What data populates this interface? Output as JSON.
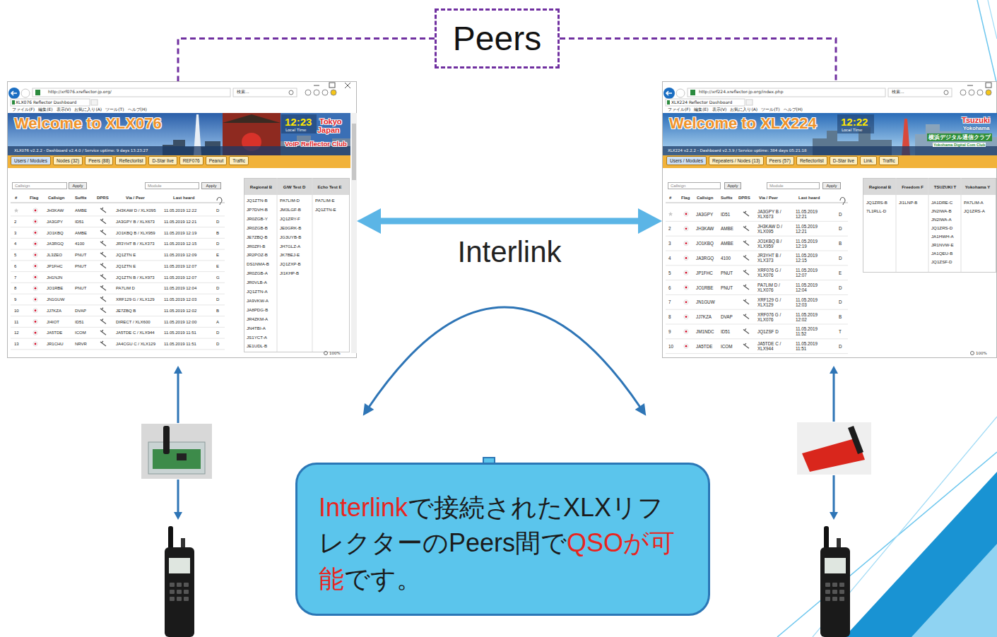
{
  "diagram": {
    "nodes": [
      {
        "text": [
          "Peers"
        ]
      },
      {
        "text": [
          "http://xrf076.xreflector-jp.org/",
          "検索...",
          "XLX076 Reflector Dashboard",
          "ファイル(F)",
          "編集(E)",
          "表示(V)",
          "お気に入り(A)",
          "ツール(T)",
          "ヘルプ(H)",
          "Welcome to XLX076",
          "12:23",
          "Local Time",
          "Tokyo",
          "Japan",
          "VoIP Reflector Club",
          "XLX076 v2.2.2 - Dashboard v2.4.0 / Service uptime: 9 days 13:23:27",
          "Users / Modules",
          "Nodes (32)",
          "Peers (88)",
          "Reflectorlist",
          "D-Star live",
          "REF076",
          "Peanut",
          "Traffic",
          "Callsign",
          "Apply",
          "Module",
          "Apply",
          "#",
          "Flag",
          "Callsign",
          "Suffix",
          "DPRS",
          "Via / Peer",
          "Last heard",
          "JH3KAW",
          "AMBE",
          "JH3KAW D / XLX095",
          "11.05.2019 12:22",
          "D",
          "2",
          "JA3GPY",
          "ID51",
          "JA3GPY B / XLX673",
          "11.05.2019 12:21",
          "D",
          "3",
          "JO1KBQ",
          "AMBE",
          "JO1KBQ B / XLX959",
          "11.05.2019 12:19",
          "B",
          "4",
          "JA3RGQ",
          "4100",
          "JR3YHT B / XLX373",
          "11.05.2019 12:15",
          "D",
          "5",
          "JL3ZEO",
          "PNUT",
          "JQ1ZTN E",
          "11.05.2019 12:09",
          "E",
          "6",
          "JP1FHC",
          "PNUT",
          "JQ1ZTN E",
          "11.05.2019 12:07",
          "E",
          "7",
          "JH1NJN",
          "JQ1ZTN B / XLX973",
          "11.05.2019 12:07",
          "G",
          "8",
          "JO1RBE",
          "PNUT",
          "PA7LIM D",
          "11.05.2019 12:04",
          "D",
          "9",
          "JN1GUW",
          "XRF129 G / XLX129",
          "11.05.2019 12:03",
          "D",
          "10",
          "JJ7KZA",
          "DVAP",
          "JE7ZBQ B",
          "11.05.2019 12:02",
          "B",
          "11",
          "JI4IOT",
          "ID51",
          "DIRECT / XLX600",
          "11.05.2019 12:00",
          "A",
          "12",
          "JA5TDE",
          "ICOM",
          "JA5TDE C / XLX944",
          "11.05.2019 11:51",
          "D",
          "13",
          "JR1CHU",
          "NRVR",
          "JA4CGU C / XLX129",
          "11.05.2019 11:51",
          "D",
          "Regional B",
          "G/W Test D",
          "Echo Test E",
          "JQ1ZTN-B",
          "JP7DVH-B",
          "JR0ZGB-Y",
          "JR0ZGB-B",
          "JE7ZBQ-B",
          "JR0ZFI-B",
          "JR2POZ-B",
          "DS1NMA-B",
          "JR0ZGB-A",
          "JR0VLB-A",
          "JQ1ZTN-A",
          "JA9VKW-A",
          "JA8PDG-B",
          "JR4ZKM-A",
          "JN4TBI-A",
          "JS1YCT-A",
          "JE1UDL-B",
          "PA7LIM-D",
          "JM3LGF-B",
          "JQ1ZRY-F",
          "JE0GRK-B",
          "JG3UYB-B",
          "JH7GLZ-A",
          "JK7BEJ-E",
          "JQ1ZXP-B",
          "JI1KHP-B",
          "PA7LIM-E",
          "JQ1ZTN-E",
          "100%"
        ]
      },
      {
        "text": [
          "http://xrf224.xreflector-jp.org/index.php",
          "検索...",
          "XLX224 Reflector Dashboard",
          "ファイル(F)",
          "編集(E)",
          "表示(V)",
          "お気に入り(A)",
          "ツール(T)",
          "ヘルプ(H)",
          "Welcome to XLX224",
          "12:22",
          "Local Time",
          "Tsuzuki",
          "Yokohama",
          "横浜デジタル通信クラブ",
          "Yokohama Digital Com Club",
          "XLX224 v2.2.2 - Dashboard v2.3.9 / Service uptime: 384 days 05:21:18",
          "Users / Modules",
          "Repeaters / Nodes (13)",
          "Peers (57)",
          "Reflectorlist",
          "D-Star live",
          "Link.",
          "Traffic",
          "Callsign",
          "Apply",
          "Module",
          "Apply",
          "#",
          "Flag",
          "Callsign",
          "Suffix",
          "DPRS",
          "Via / Peer",
          "Last heard",
          "JA3GPY",
          "ID51",
          "JA3GPY B / XLX673",
          "11.05.2019 12:21",
          "D",
          "2",
          "JH3KAW",
          "AMBE",
          "JH3KAW D / XLX095",
          "11.05.2019 12:21",
          "D",
          "3",
          "JO1KBQ",
          "AMBE",
          "JO1KBQ B / XLX959",
          "11.05.2019 12:19",
          "B",
          "4",
          "JA3RGQ",
          "4100",
          "JR3YHT B / XLX373",
          "11.05.2019 12:15",
          "D",
          "5",
          "JP1FHC",
          "PNUT",
          "XRF076 G / XLX076",
          "11.05.2019 12:07",
          "E",
          "6",
          "JO1RBE",
          "PNUT",
          "PA7LIM D / XLX076",
          "11.05.2019 12:04",
          "D",
          "7",
          "JN1GUW",
          "XRF129 G / XLX129",
          "11.05.2019 12:03",
          "D",
          "8",
          "JJ7KZA",
          "DVAP",
          "XRF076 G / XLX076",
          "11.05.2019 12:02",
          "B",
          "9",
          "JM1NDC",
          "ID51",
          "JQ1ZSF D",
          "11.05.2019 11:52",
          "T",
          "10",
          "JA5TDE",
          "ICOM",
          "JA5TDE C / XLX944",
          "11.05.2019 11:51",
          "D",
          "Regional B",
          "Freedom F",
          "TSUZUKI T",
          "Yokohama Y",
          "JQ1ZRS-B",
          "7L1RLL-D",
          "JI1LNP-B",
          "JA1DRE-C",
          "JN2IWA-B",
          "JN2IWA-A",
          "JQ1ZRS-D",
          "JA1HWH-A",
          "JR1NVW-E",
          "JA1QEU-B",
          "JQ1ZSF-D",
          "PA7LIM-A",
          "JQ1ZRS-A",
          "100%"
        ]
      },
      {
        "text": [
          "Interlink",
          "で接続されたXLXリフレクターのPeers間で",
          "QSOが可能",
          "です。"
        ]
      }
    ],
    "edges": [
      {
        "from": 0,
        "to": 1,
        "arrow": "none"
      },
      {
        "from": 0,
        "to": 2,
        "arrow": "none"
      },
      {
        "from": 1,
        "to": 2,
        "arrow": "both",
        "label": "Interlink"
      }
    ]
  }
}
